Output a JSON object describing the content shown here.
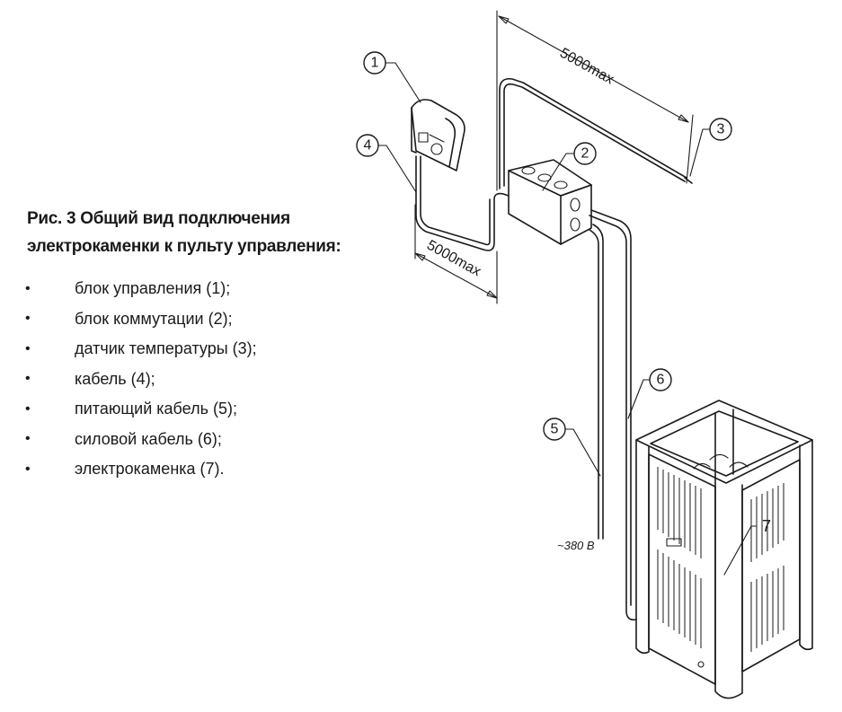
{
  "caption": {
    "line1": "Рис. 3 Общий вид подключения",
    "line2": "электрокаменки к пульту управления:"
  },
  "legend": {
    "bullet": "•",
    "items": [
      "блок управления (1);",
      "блок коммутации (2);",
      "датчик температуры (3);",
      "кабель (4);",
      "питающий кабель (5);",
      "силовой кабель (6);",
      "электрокаменка (7)."
    ]
  },
  "diagram": {
    "callouts": [
      "1",
      "2",
      "3",
      "4",
      "5",
      "6",
      "7"
    ],
    "dimension_top": "5000max",
    "dimension_left": "5000max",
    "voltage": "~380 В"
  }
}
